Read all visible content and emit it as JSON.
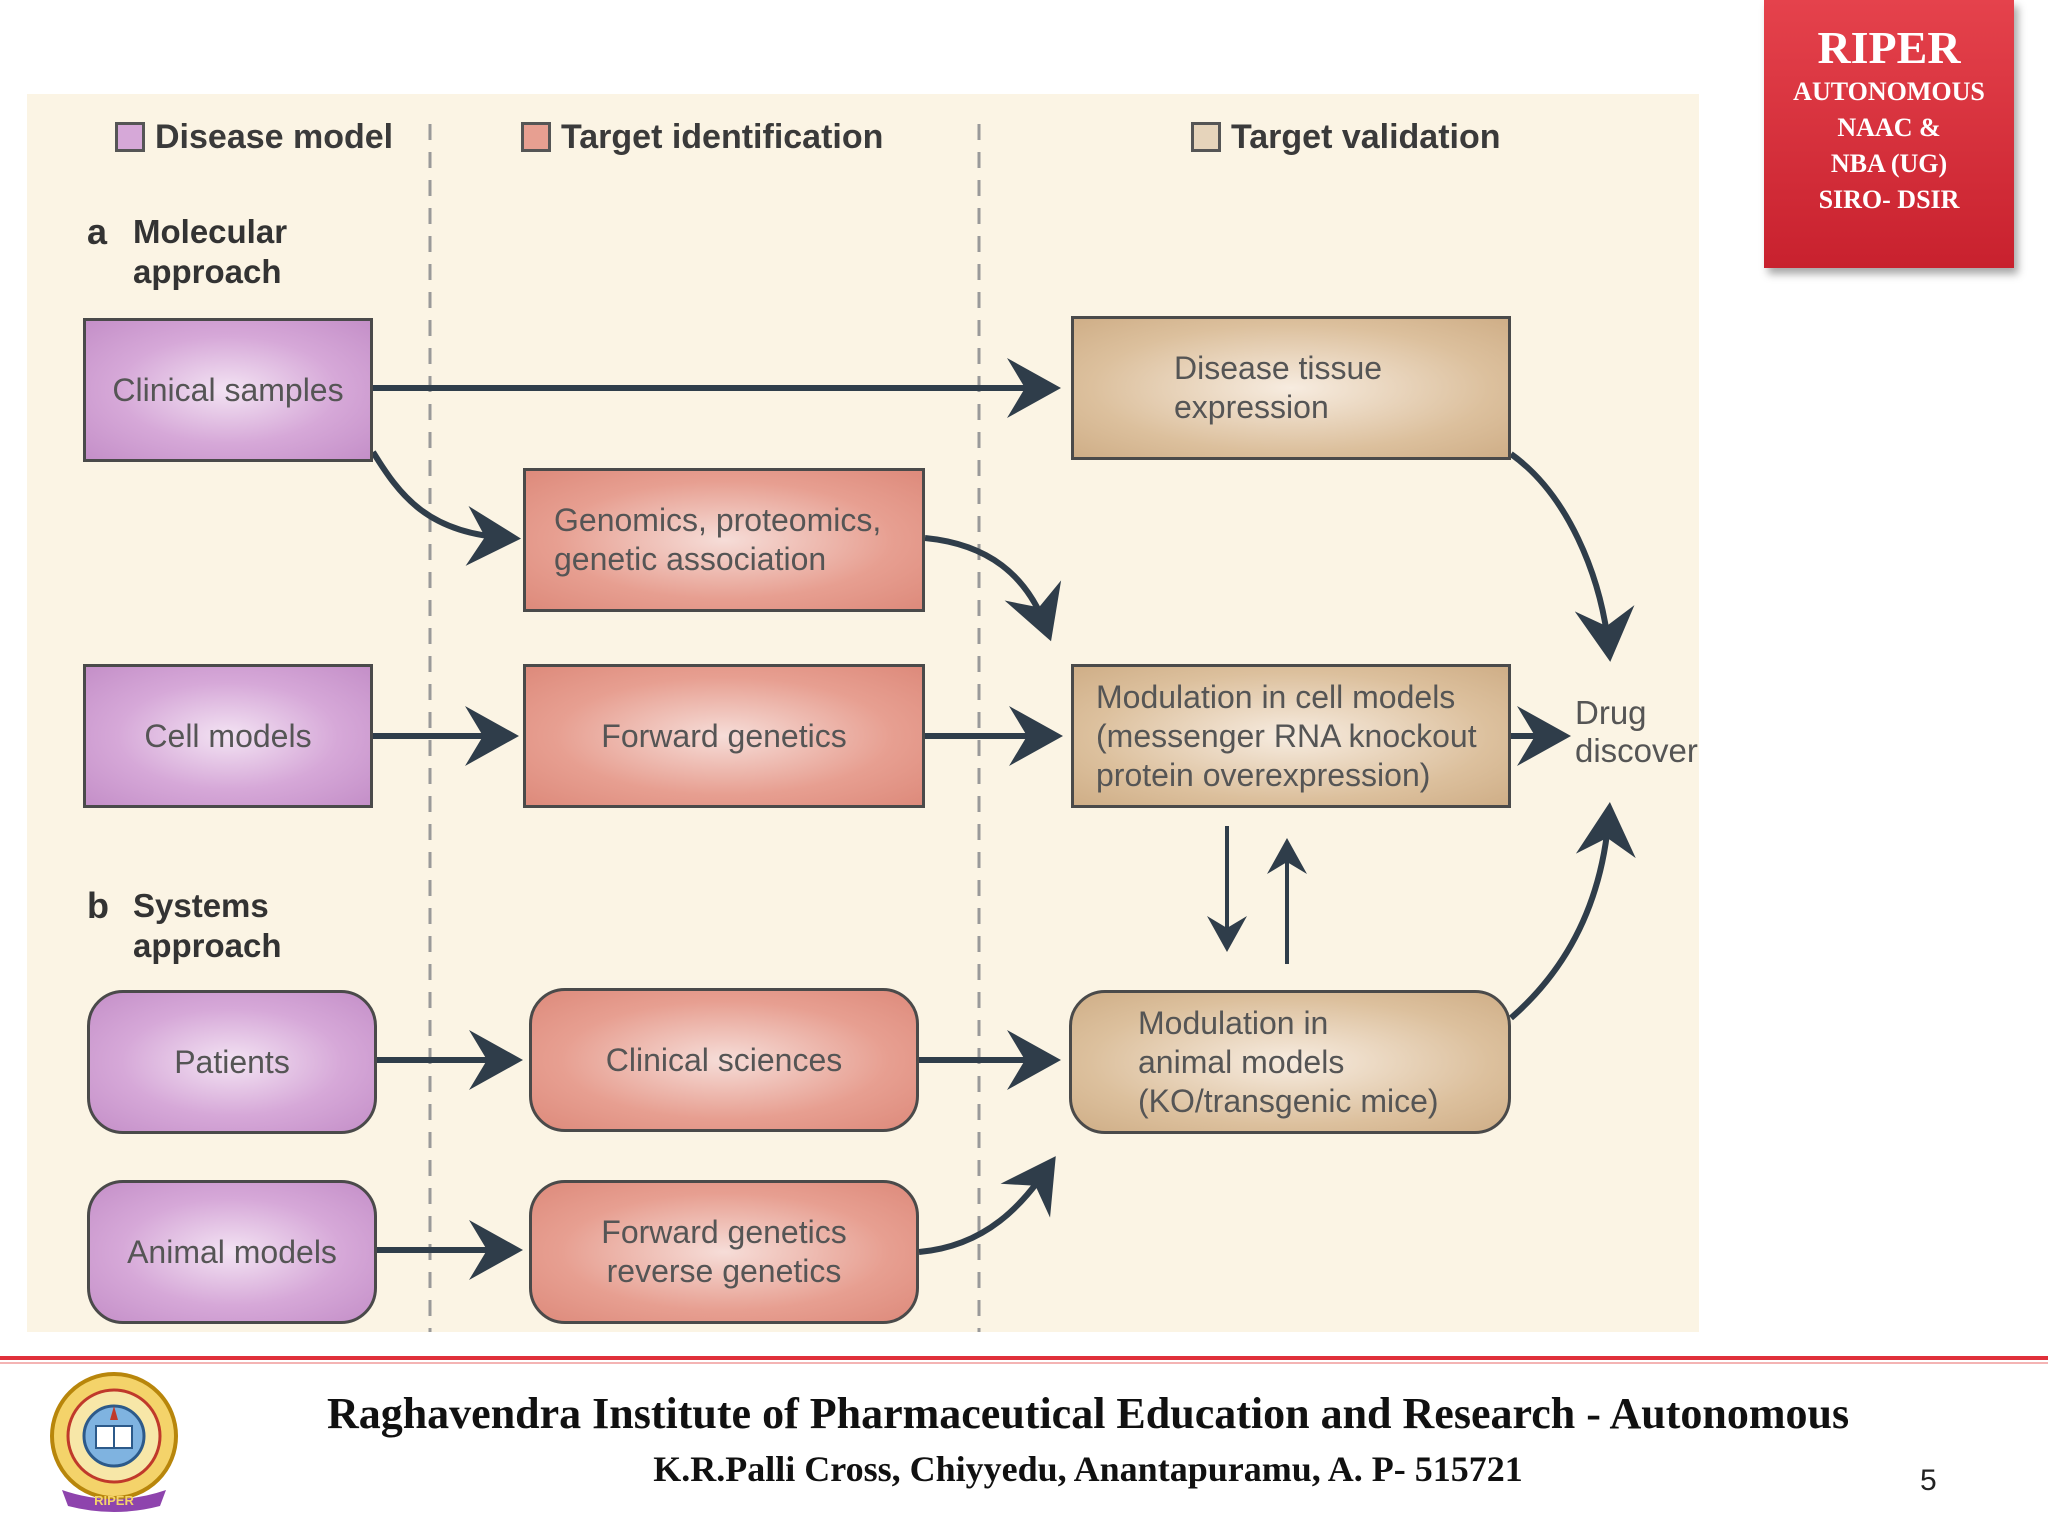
{
  "diagram": {
    "legend": {
      "disease_model": "Disease model",
      "target_identification": "Target identification",
      "target_validation": "Target validation"
    },
    "colors": {
      "disease_model": "#d6a8d8",
      "target_identification": "#e79f91",
      "target_validation": "#dcc09d"
    },
    "sections": {
      "a": {
        "letter": "a",
        "label": "Molecular\napproach"
      },
      "b": {
        "letter": "b",
        "label": "Systems\napproach"
      }
    },
    "boxes": {
      "clinical_samples": "Clinical samples",
      "cell_models": "Cell models",
      "patients": "Patients",
      "animal_models": "Animal models",
      "genomics": "Genomics, proteomics,\ngenetic association",
      "forward_genetics": "Forward genetics",
      "clinical_sciences": "Clinical sciences",
      "forward_reverse_genetics": "Forward genetics\nreverse genetics",
      "disease_tissue": "Disease tissue\nexpression",
      "modulation_cell": "Modulation in cell models\n(messenger RNA knockout\nprotein overexpression)",
      "modulation_animal": "Modulation in\nanimal models\n(KO/transgenic mice)"
    },
    "drug_discovery": "Drug\ndiscover"
  },
  "badge": {
    "title": "RIPER",
    "lines": [
      "AUTONOMOUS",
      "NAAC &",
      "NBA (UG)",
      "SIRO- DSIR"
    ]
  },
  "footer": {
    "institution": "Raghavendra Institute of Pharmaceutical Education and Research - Autonomous",
    "address": "K.R.Palli Cross, Chiyyedu, Anantapuramu, A. P- 515721",
    "page_number": "5"
  },
  "logo_text": "RIPER"
}
